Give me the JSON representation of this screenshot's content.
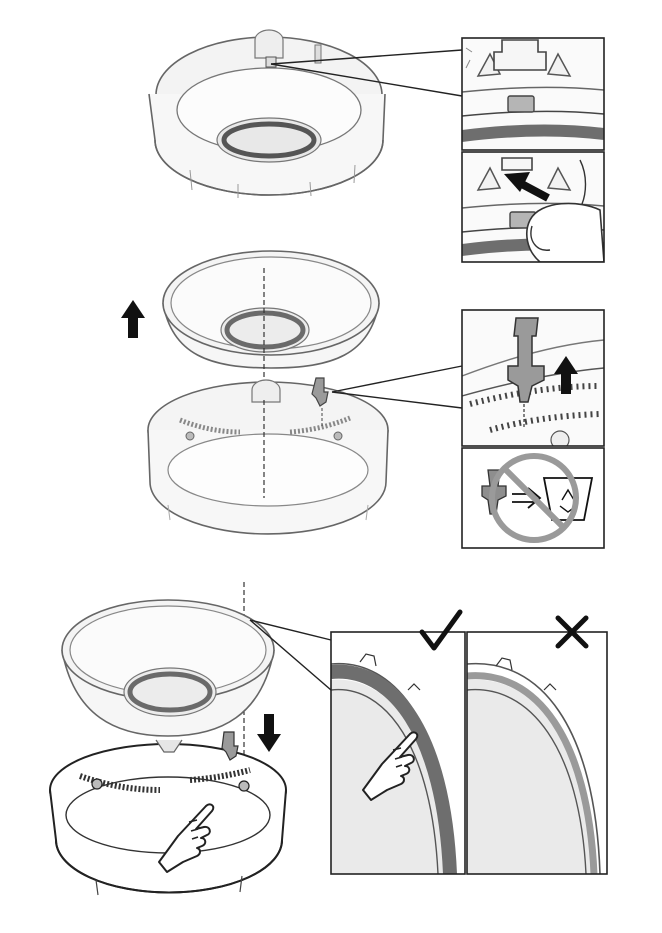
{
  "document": {
    "type": "assembly-instructions",
    "steps": [
      {
        "id": "step-1",
        "subject": "ring-clip-release"
      },
      {
        "id": "step-2",
        "subject": "lift-bowl-remove-clip"
      },
      {
        "id": "step-3",
        "subject": "lower-bowl-seat-check"
      }
    ]
  },
  "icons": {
    "arrow_up": "arrow-up-icon",
    "arrow_down": "arrow-down-icon",
    "arrow_push": "arrow-push-icon",
    "no_dispose": "no-dispose-icon",
    "recycle_bin": "recycle-bin-icon",
    "correct": "check-mark-icon",
    "incorrect": "x-mark-icon",
    "hand": "hand-icon"
  },
  "colors": {
    "line": "#222222",
    "fill_light": "#f2f2f2",
    "fill_mid": "#d0d0d0",
    "fill_dark": "#6e6e6e",
    "seal_gray": "#8a8a8a",
    "highlight": "#9a9a9a"
  }
}
